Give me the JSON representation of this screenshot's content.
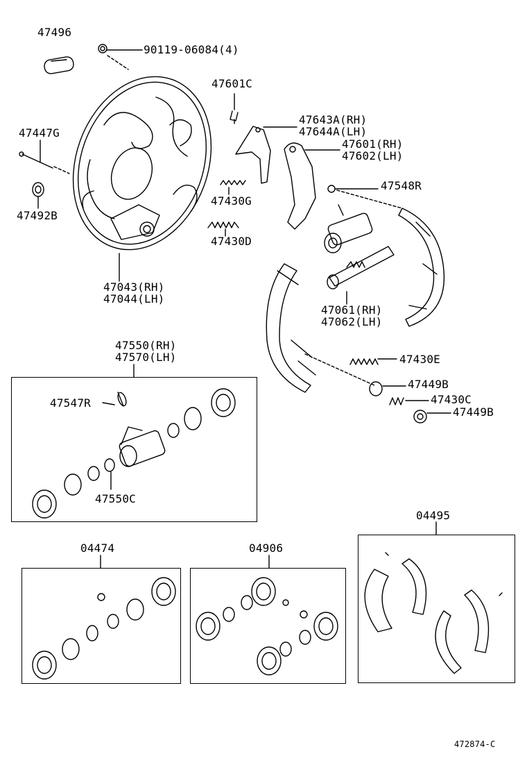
{
  "labels": {
    "p47496": "47496",
    "p90119": "90119-06084(4)",
    "p47447G": "47447G",
    "p47492B": "47492B",
    "p47043": "47043(RH)",
    "p47044": "47044(LH)",
    "p47601C": "47601C",
    "p47643A": "47643A(RH)",
    "p47644A": "47644A(LH)",
    "p47601": "47601(RH)",
    "p47602": "47602(LH)",
    "p47548R": "47548R",
    "p47430G": "47430G",
    "p47430D": "47430D",
    "p47061": "47061(RH)",
    "p47062": "47062(LH)",
    "p47430E": "47430E",
    "p47449B_a": "47449B",
    "p47430C": "47430C",
    "p47449B_b": "47449B",
    "p47550": "47550(RH)",
    "p47570": "47570(LH)",
    "p47547R": "47547R",
    "p47550C": "47550C",
    "p04495": "04495",
    "p04474": "04474",
    "p04906": "04906",
    "figure_code": "472874-C"
  },
  "colors": {
    "line": "#000000",
    "background": "#ffffff"
  }
}
